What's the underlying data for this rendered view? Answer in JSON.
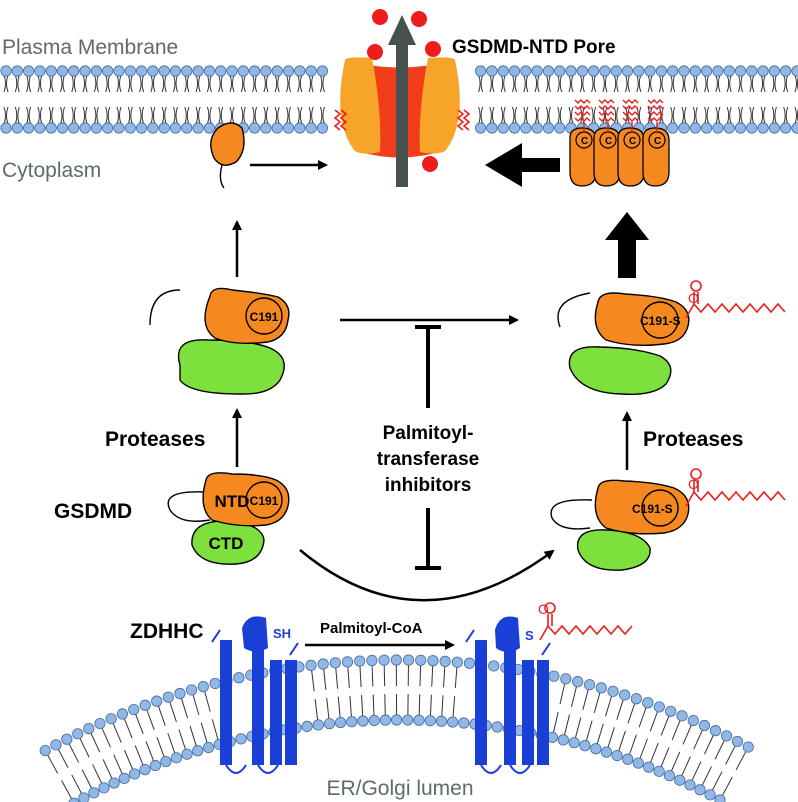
{
  "labels": {
    "plasma_membrane": "Plasma Membrane",
    "cytoplasm": "Cytoplasm",
    "pore": "GSDMD-NTD Pore",
    "proteases_left": "Proteases",
    "proteases_right": "Proteases",
    "gsdmd": "GSDMD",
    "ntd": "NTD",
    "ctd": "CTD",
    "c191": "C191",
    "c191_s": "C191-S",
    "inhibitor_line1": "Palmitoyl-",
    "inhibitor_line2": "transferase",
    "inhibitor_line3": "inhibitors",
    "zdhhc": "ZDHHC",
    "sh": "SH",
    "s": "S",
    "palmitoyl_coa": "Palmitoyl-CoA",
    "er_golgi": "ER/Golgi lumen",
    "carbonyl_o": "O",
    "cluster_c": "C"
  },
  "colors": {
    "orange": "#f5891f",
    "green": "#7ee03c",
    "blue": "#1a3fd6",
    "lipid_head": "#8fb8e8",
    "red": "#ee1c1c",
    "pore_orange": "#f7a42a",
    "pore_red": "#f23d1c",
    "arrow_gray": "#475250",
    "label_gray": "#5f6a6a"
  }
}
